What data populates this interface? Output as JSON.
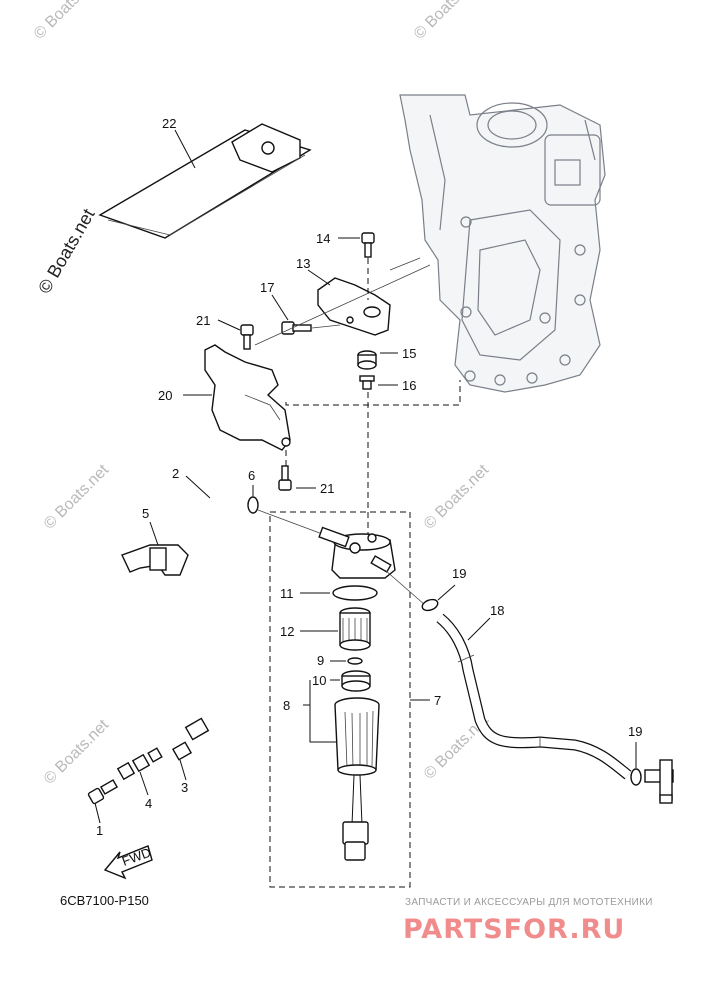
{
  "diagram_code": "6CB7100-P150",
  "watermark_main": "© Boats.net",
  "watermark_faint": "© Boats.net",
  "shop_caption": "ЗАПЧАСТИ И АКСЕССУАРЫ ДЛЯ МОТОТЕХНИКИ",
  "shop_logo": "PARTSFOR.RU",
  "fwd_label": "FWD",
  "callouts": {
    "c1": "1",
    "c2": "2",
    "c3": "3",
    "c4": "4",
    "c5": "5",
    "c6": "6",
    "c7": "7",
    "c8": "8",
    "c9": "9",
    "c10": "10",
    "c11": "11",
    "c12": "12",
    "c13": "13",
    "c14": "14",
    "c15": "15",
    "c16": "16",
    "c17": "17",
    "c18": "18",
    "c19a": "19",
    "c19b": "19",
    "c20": "20",
    "c21a": "21",
    "c21b": "21",
    "c22": "22"
  },
  "colors": {
    "ink": "#111111",
    "engine_block": "#7a7f88",
    "watermark": "#b9b9b9",
    "logo": "#f08c8c"
  }
}
